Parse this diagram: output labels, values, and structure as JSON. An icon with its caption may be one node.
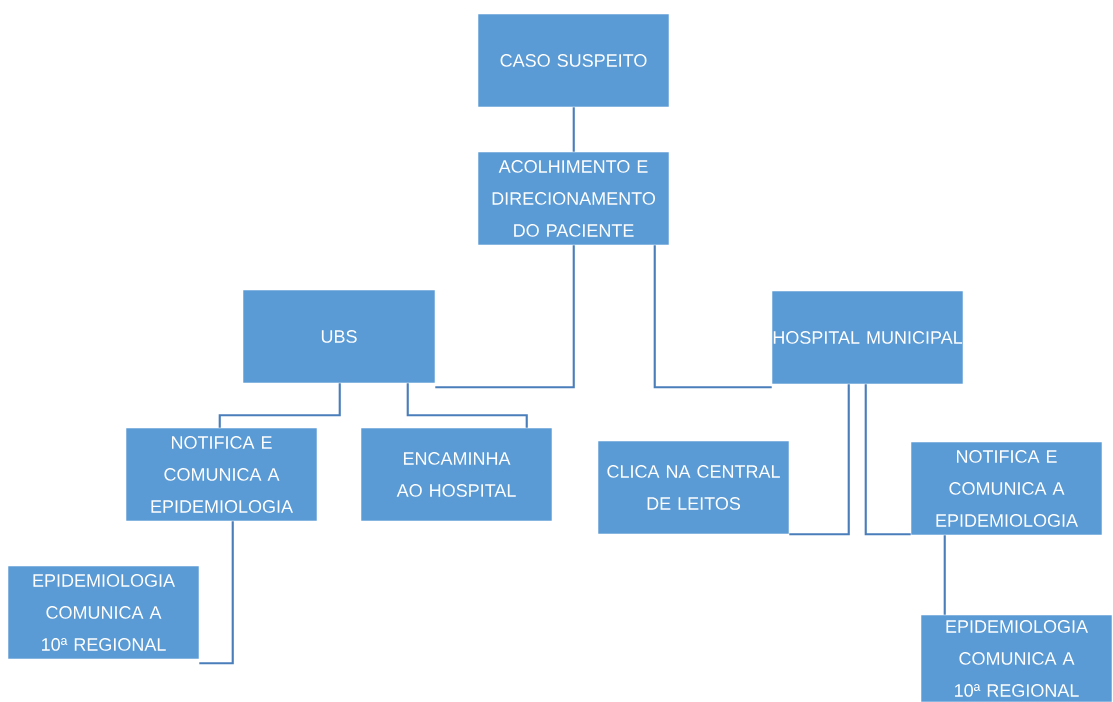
{
  "diagram": {
    "nodes": [
      {
        "text": [
          "CASO SUSPEITO"
        ]
      },
      {
        "text": [
          "ACOLHIMENTO E DIRECIONAMENTO DO PACIENTE"
        ]
      },
      {
        "text": [
          "UBS"
        ]
      },
      {
        "text": [
          "HOSPITAL MUNICIPAL"
        ]
      },
      {
        "text": [
          "NOTIFICA E COMUNICA A EPIDEMIOLOGIA"
        ]
      },
      {
        "text": [
          "ENCAMINHA AO HOSPITAL"
        ]
      },
      {
        "text": [
          "CLICA NA CENTRAL DE LEITOS"
        ]
      },
      {
        "text": [
          "NOTIFICA E COMUNICA A EPIDEMIOLOGIA"
        ]
      },
      {
        "text": [
          "EPIDEMIOLOGIA COMUNICA A 10ª REGIONAL"
        ]
      },
      {
        "text": [
          "EPIDEMIOLOGIA COMUNICA A 10ª REGIONAL"
        ]
      }
    ],
    "edges": [
      {
        "from": 0,
        "to": 1,
        "arrow": "none"
      },
      {
        "from": 1,
        "to": 2,
        "arrow": "none"
      },
      {
        "from": 1,
        "to": 3,
        "arrow": "none"
      },
      {
        "from": 2,
        "to": 4,
        "arrow": "none"
      },
      {
        "from": 2,
        "to": 5,
        "arrow": "none"
      },
      {
        "from": 4,
        "to": 8,
        "arrow": "none"
      },
      {
        "from": 3,
        "to": 6,
        "arrow": "none"
      },
      {
        "from": 3,
        "to": 7,
        "arrow": "none"
      },
      {
        "from": 7,
        "to": 9,
        "arrow": "none"
      }
    ]
  }
}
